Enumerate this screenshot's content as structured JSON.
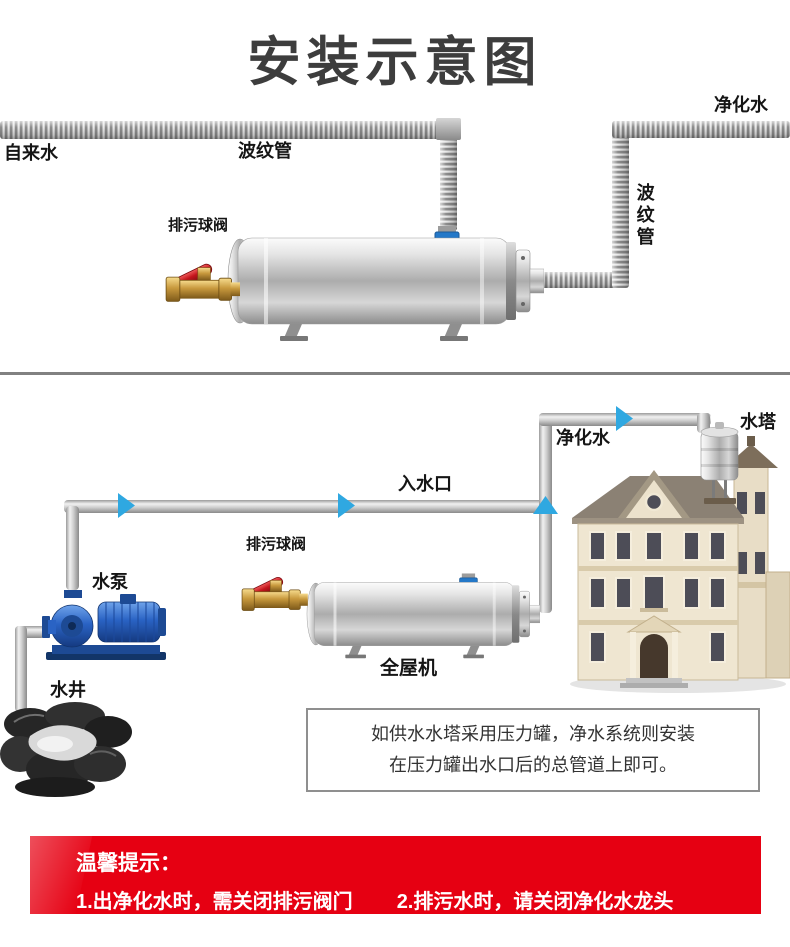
{
  "page": {
    "title": "安装示意图"
  },
  "top_diagram": {
    "tap_water_label": "自来水",
    "corrugated_pipe_label": "波纹管",
    "purified_water_label": "净化水",
    "corrugated_pipe_vertical_label": "波纹管",
    "drain_valve_label": "排污球阀"
  },
  "bottom_diagram": {
    "water_inlet_label": "入水口",
    "purified_water_label": "净化水",
    "water_tower_label": "水塔",
    "drain_valve_label": "排污球阀",
    "pump_label": "水泵",
    "well_label": "水井",
    "machine_label": "全屋机"
  },
  "note": {
    "line1": "如供水水塔采用压力罐，净水系统则安装",
    "line2": "在压力罐出水口后的总管道上即可。"
  },
  "tips": {
    "title": "温馨提示：",
    "item1": "1.出净化水时，需关闭排污阀门",
    "item2": "2.排污水时，请关闭净化水龙头"
  },
  "colors": {
    "accent-red": "#e60012",
    "arrow-blue": "#2fa8e1",
    "title-color": "#3d3d3d"
  }
}
